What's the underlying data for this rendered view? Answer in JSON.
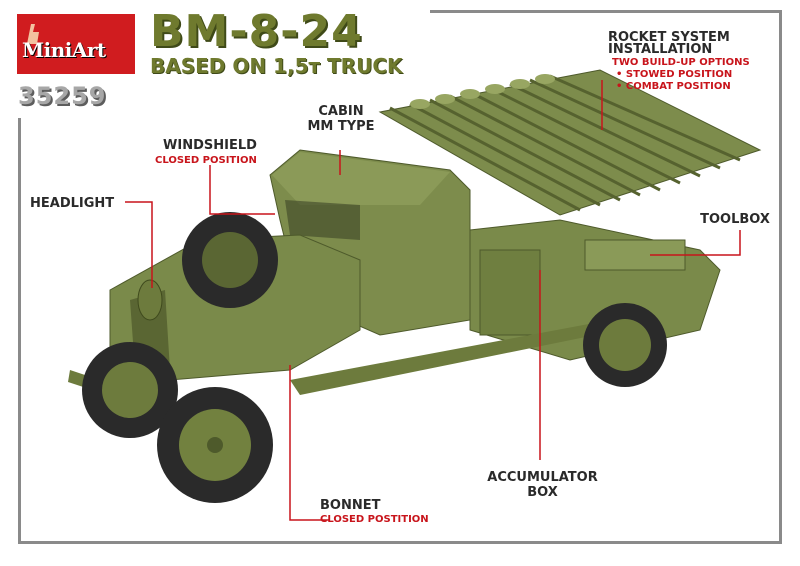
{
  "brand": {
    "logo": "MiniArt",
    "product_code": "35259"
  },
  "title": {
    "main": "BM-8-24",
    "sub": "BASED ON 1,5т TRUCK"
  },
  "callouts": {
    "cabin": {
      "line1": "CABIN",
      "line2": "MM TYPE"
    },
    "windshield": {
      "label": "WINDSHIELD",
      "sub": "CLOSED POSITION"
    },
    "headlight": {
      "label": "HEADLIGHT"
    },
    "toolbox": {
      "label": "TOOLBOX"
    },
    "rocket": {
      "line1": "ROCKET SYSTEM",
      "line2": "INSTALLATION",
      "sub1": "TWO BUILD-UP OPTIONS",
      "sub2": "• STOWED POSITION",
      "sub3": "• COMBAT POSITION"
    },
    "accumulator": {
      "line1": "ACCUMULATOR",
      "line2": "BOX"
    },
    "bonnet": {
      "label": "BONNET",
      "sub": "CLOSED POSTITION"
    }
  },
  "colors": {
    "truck": "#7a8a4a",
    "truck_dark": "#55622f",
    "tire": "#2a2a2a",
    "accent_red": "#c8141b",
    "frame": "#8a8a8a"
  }
}
